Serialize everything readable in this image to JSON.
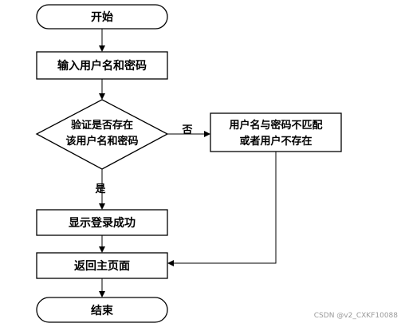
{
  "flowchart": {
    "start": "开始",
    "input": "输入用户名和密码",
    "decision_line1": "验证是否存在",
    "decision_line2": "该用户名和密码",
    "no_label": "否",
    "yes_label": "是",
    "error_line1": "用户名与密码不匹配",
    "error_line2": "或者用户不存在",
    "success": "显示登录成功",
    "home": "返回主页面",
    "end": "结束"
  },
  "watermark": "CSDN @v2_CXKF10088",
  "colors": {
    "stroke": "#000000",
    "fill": "#ffffff",
    "text": "#000000",
    "watermark": "#9a9a9a"
  }
}
